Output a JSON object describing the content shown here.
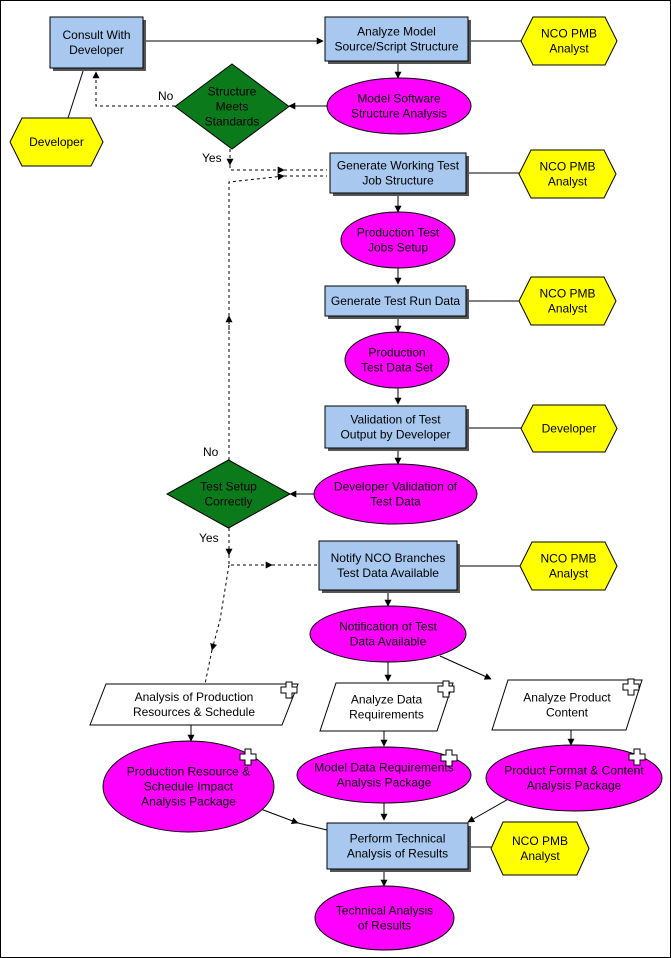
{
  "shapes": {
    "consult": [
      "Consult With",
      "Developer"
    ],
    "developer1": [
      "Developer"
    ],
    "analyze_model": [
      "Analyze Model",
      "Source/Script Structure"
    ],
    "nco1": [
      "NCO PMB",
      "Analyst"
    ],
    "structure_std": [
      "Structure",
      "Meets",
      "Standards"
    ],
    "model_sw": [
      "Model Software",
      "Structure Analysis"
    ],
    "gen_working": [
      "Generate Working Test",
      "Job Structure"
    ],
    "nco2": [
      "NCO PMB",
      "Analyst"
    ],
    "prod_test_jobs": [
      "Production Test",
      "Jobs Setup"
    ],
    "gen_test_run": [
      "Generate Test Run Data"
    ],
    "nco3": [
      "NCO PMB",
      "Analyst"
    ],
    "prod_test_data": [
      "Production",
      "Test Data Set"
    ],
    "validation": [
      "Validation of Test",
      "Output by Developer"
    ],
    "developer2": [
      "Developer"
    ],
    "test_setup": [
      "Test Setup",
      "Correctly"
    ],
    "dev_validation": [
      "Developer Validation of",
      "Test Data"
    ],
    "notify": [
      "Notify NCO Branches",
      "Test Data Available"
    ],
    "nco4": [
      "NCO PMB",
      "Analyst"
    ],
    "notification": [
      "Notification of Test",
      "Data Available"
    ],
    "analysis_prod": [
      "Analysis of Production",
      "Resources & Schedule"
    ],
    "analyze_data": [
      "Analyze Data",
      "Requirements"
    ],
    "analyze_product": [
      "Analyze Product",
      "Content"
    ],
    "prod_resource_pkg": [
      "Production Resource &",
      "Schedule Impact",
      "Analysis Package"
    ],
    "model_data_pkg": [
      "Model Data Requirements",
      "Analysis Package"
    ],
    "product_format_pkg": [
      "Product Format & Content",
      "Analysis Package"
    ],
    "perform_tech": [
      "Perform Technical",
      "Analysis of Results"
    ],
    "nco5": [
      "NCO PMB",
      "Analyst"
    ],
    "tech_results": [
      "Technical Analysis",
      "of Results"
    ]
  },
  "labels": {
    "no1": "No",
    "yes1": "Yes",
    "no2": "No",
    "yes2": "Yes"
  },
  "colors": {
    "process": "#a8c8f0",
    "data": "#ff00ff",
    "decision": "#0a7a1a",
    "role": "#ffff00",
    "document": "#ffffff"
  }
}
